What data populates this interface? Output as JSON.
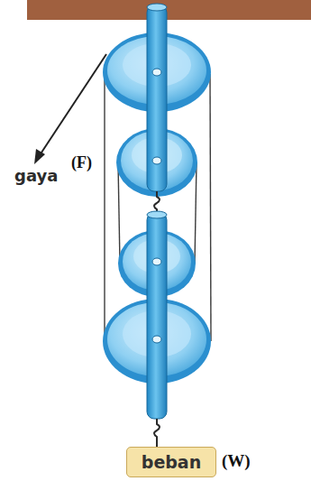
{
  "diagram": {
    "nodes": [
      {
        "text": [
          "beban"
        ]
      }
    ],
    "labels": [
      "gaya",
      "(F)",
      "(W)"
    ]
  }
}
